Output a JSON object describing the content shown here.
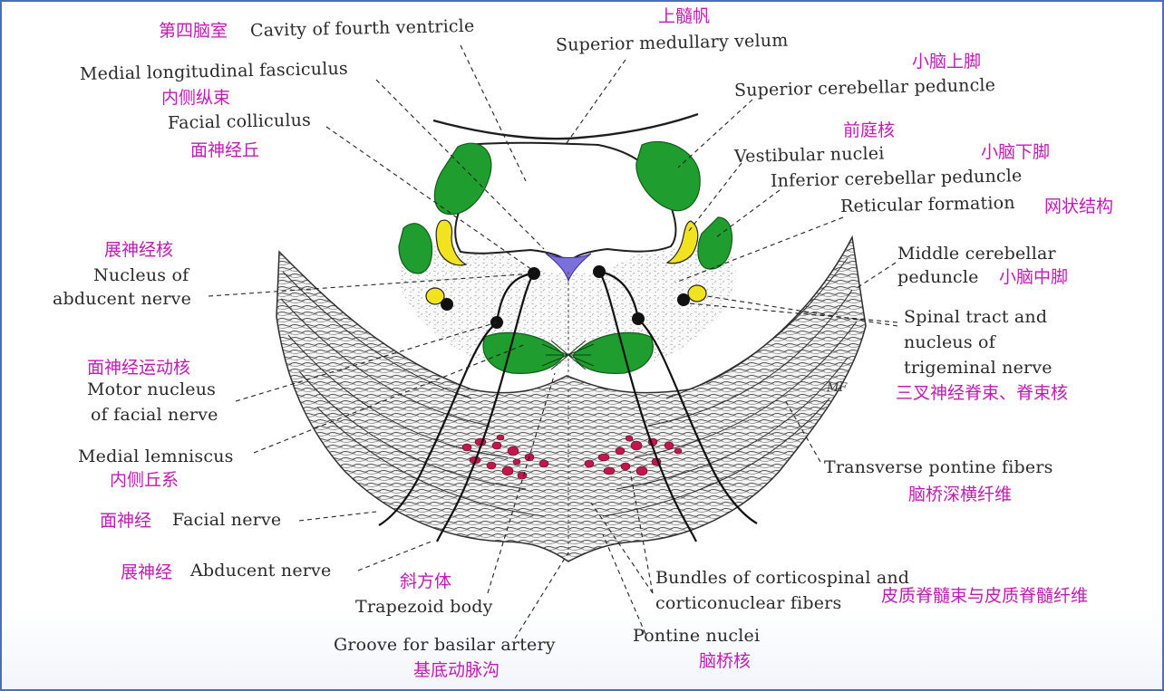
{
  "colors": {
    "chinese_label": "#c21ab4",
    "english_label": "#2a2a2a",
    "nucleus_green": "#1f9e2f",
    "tract_yellow": "#f2e321",
    "pontine_nuclei_red": "#c2174d",
    "floor_violet": "#7b6fd9",
    "frame_blue": "#4a6fb8"
  },
  "labels": {
    "cavity_fourth_ventricle": {
      "zh": "第四脑室",
      "en": "Cavity of fourth ventricle"
    },
    "superior_medullary_velum": {
      "zh": "上髓帆",
      "en": "Superior medullary velum"
    },
    "superior_cerebellar_peduncle": {
      "zh": "小脑上脚",
      "en": "Superior cerebellar peduncle"
    },
    "medial_longitudinal_fasciculus": {
      "zh": "内侧纵束",
      "en": "Medial longitudinal fasciculus"
    },
    "facial_colliculus": {
      "zh": "面神经丘",
      "en": "Facial colliculus"
    },
    "vestibular_nuclei": {
      "zh": "前庭核",
      "en": "Vestibular nuclei"
    },
    "inferior_cerebellar_peduncle": {
      "zh": "小脑下脚",
      "en": "Inferior cerebellar peduncle"
    },
    "reticular_formation": {
      "zh": "网状结构",
      "en": "Reticular formation"
    },
    "middle_cerebellar_peduncle": {
      "zh": "小脑中脚",
      "en_line1": "Middle cerebellar",
      "en_line2": "peduncle"
    },
    "nucleus_abducent_nerve": {
      "zh": "展神经核",
      "en_line1": "Nucleus of",
      "en_line2": "abducent nerve"
    },
    "spinal_tract_trigeminal": {
      "zh": "三叉神经脊束、脊束核",
      "en_line1": "Spinal tract and",
      "en_line2": "nucleus of",
      "en_line3": "trigeminal nerve"
    },
    "motor_nucleus_facial": {
      "zh": "面神经运动核",
      "en_line1": "Motor nucleus",
      "en_line2": "of facial nerve"
    },
    "medial_lemniscus": {
      "zh": "内侧丘系",
      "en": "Medial lemniscus"
    },
    "transverse_pontine_fibers": {
      "zh": "脑桥深横纤维",
      "en": "Transverse pontine fibers"
    },
    "facial_nerve": {
      "zh": "面神经",
      "en": "Facial nerve"
    },
    "abducent_nerve": {
      "zh": "展神经",
      "en": "Abducent nerve"
    },
    "trapezoid_body": {
      "zh": "斜方体",
      "en": "Trapezoid body"
    },
    "corticospinal_bundles": {
      "zh": "皮质脊髓束与皮质脊髓纤维",
      "en_line1": "Bundles of corticospinal and",
      "en_line2": "corticonuclear fibers"
    },
    "groove_basilar_artery": {
      "zh": "基底动脉沟",
      "en": "Groove for basilar artery"
    },
    "pontine_nuclei": {
      "zh": "脑桥核",
      "en": "Pontine nuclei"
    }
  },
  "artist_signature": "MF"
}
